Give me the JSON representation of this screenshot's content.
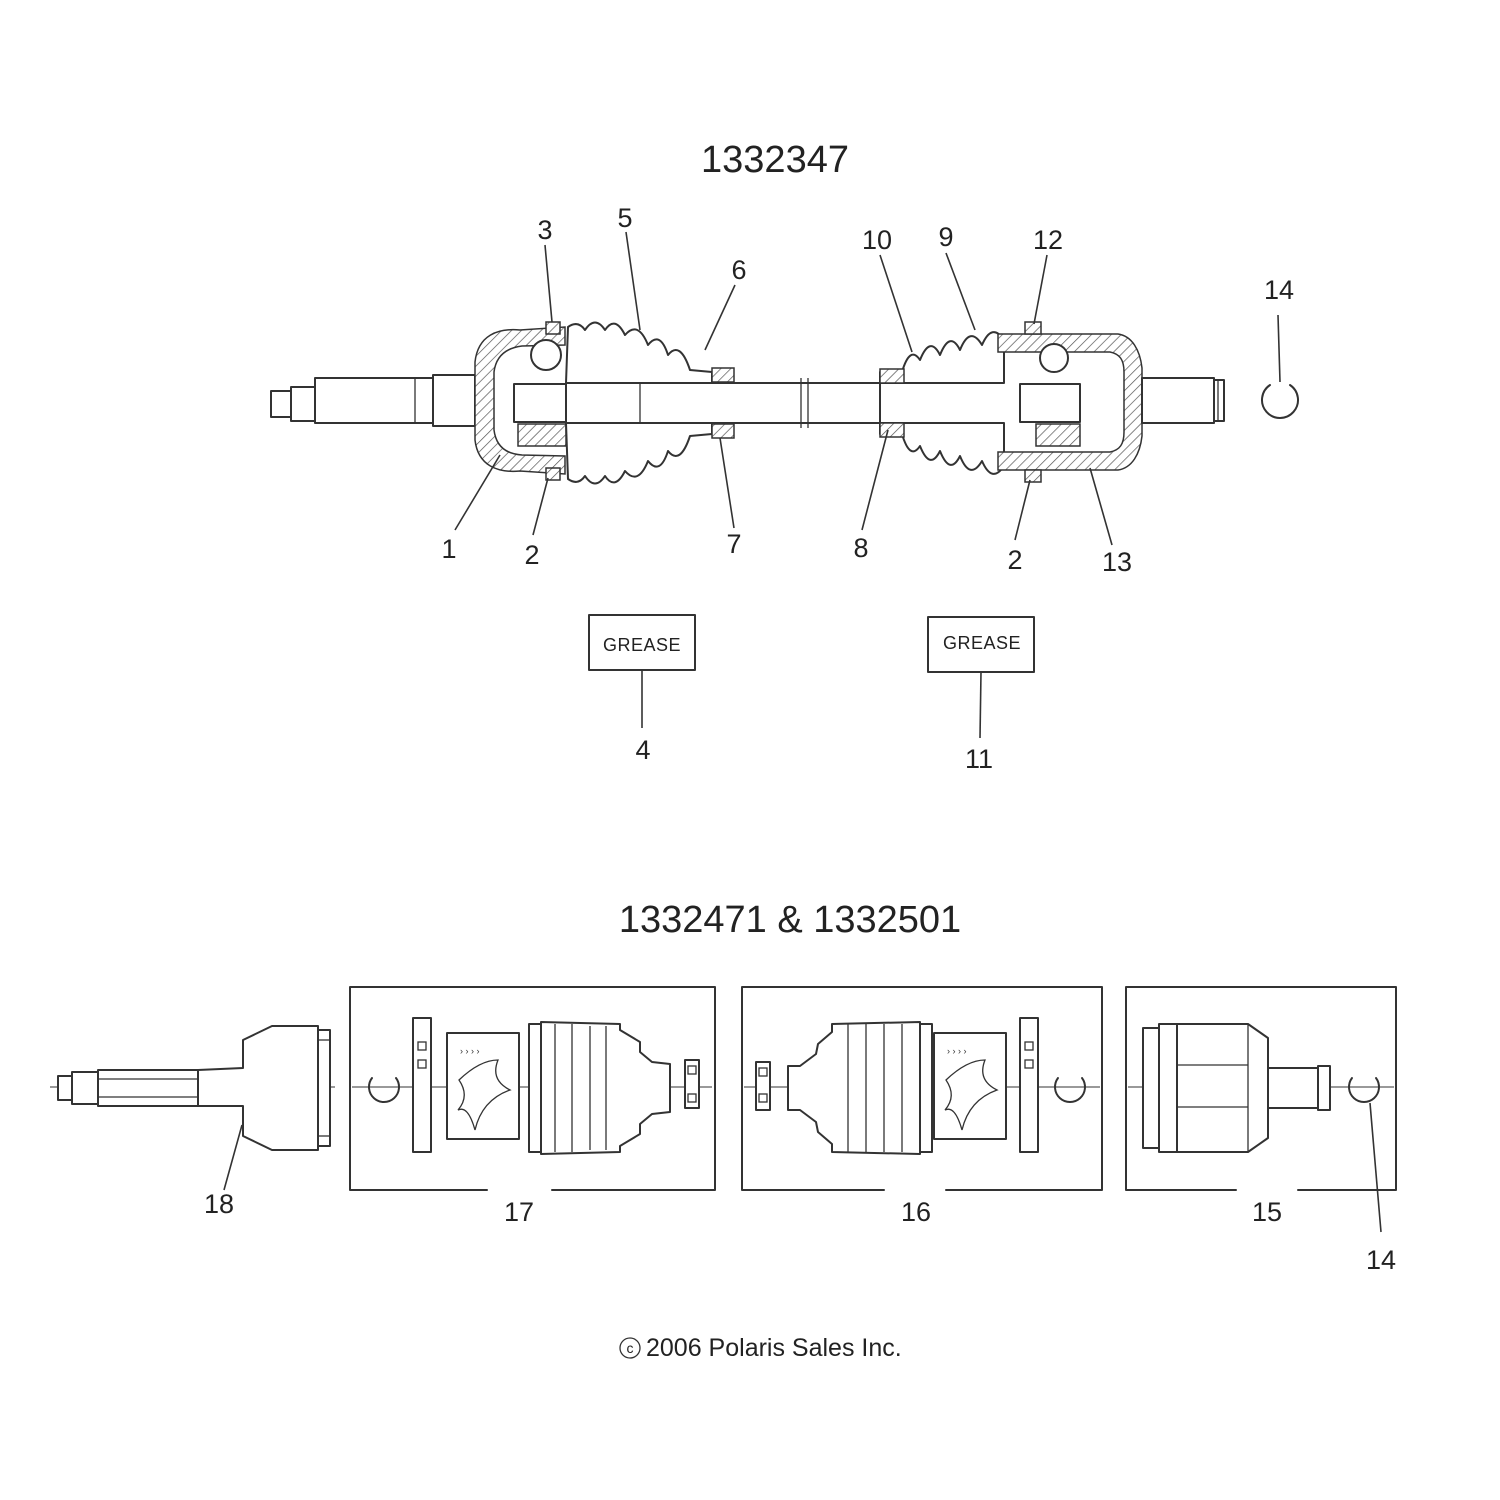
{
  "section_top": {
    "title": "1332347",
    "callouts": [
      "1",
      "2",
      "3",
      "5",
      "6",
      "7",
      "8",
      "9",
      "10",
      "12",
      "13",
      "2",
      "14"
    ],
    "grease_label": "GREASE",
    "grease_callouts": [
      "4",
      "11"
    ]
  },
  "section_bottom": {
    "title": "1332471 & 1332501",
    "callouts": [
      "18",
      "17",
      "16",
      "15",
      "14"
    ]
  },
  "footer": {
    "copyright": "2006 Polaris Sales Inc.",
    "copyright_symbol": "c"
  }
}
